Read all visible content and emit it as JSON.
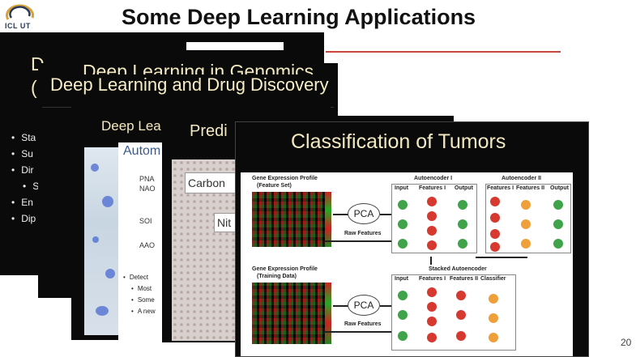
{
  "header": {
    "title": "Some Deep Learning Applications",
    "logo_text": "ICL UT",
    "page_number": "20"
  },
  "slides": {
    "s1": {
      "title_fragment_1": "D",
      "title_fragment_2": "(",
      "bullets": [
        "Sta",
        "Su",
        "Dir",
        "Sta",
        "En",
        "Dip"
      ]
    },
    "s2": {
      "title": "Deep Learning in Genomics"
    },
    "s3": {
      "title": "Deep Learning and Drug Discovery"
    },
    "s4": {
      "title": "Deep Lea",
      "panel_title": "Autom",
      "labels": [
        "PNA",
        "NAO",
        "SOI",
        "AAO"
      ],
      "bullets": [
        "Detect",
        "Most",
        "Some",
        "A new"
      ]
    },
    "s5": {
      "title": "Predi",
      "callout_1": "Carbon",
      "callout_2": "Nit"
    },
    "s6": {
      "title": "Classification of Tumors",
      "diagram": {
        "gep_feature_1": "Gene Expression Profile",
        "gep_feature_2": "(Feature Set)",
        "gep_train_1": "Gene Expression Profile",
        "gep_train_2": "(Training Data)",
        "pca": "PCA",
        "raw_features": "Raw Features",
        "autoencoder_1": "Autoencoder I",
        "autoencoder_2": "Autoencoder II",
        "stacked": "Stacked Autoencoder",
        "input": "Input",
        "features_1": "Features I",
        "features_2": "Features II",
        "output": "Output",
        "classifier": "Classifier"
      }
    }
  }
}
